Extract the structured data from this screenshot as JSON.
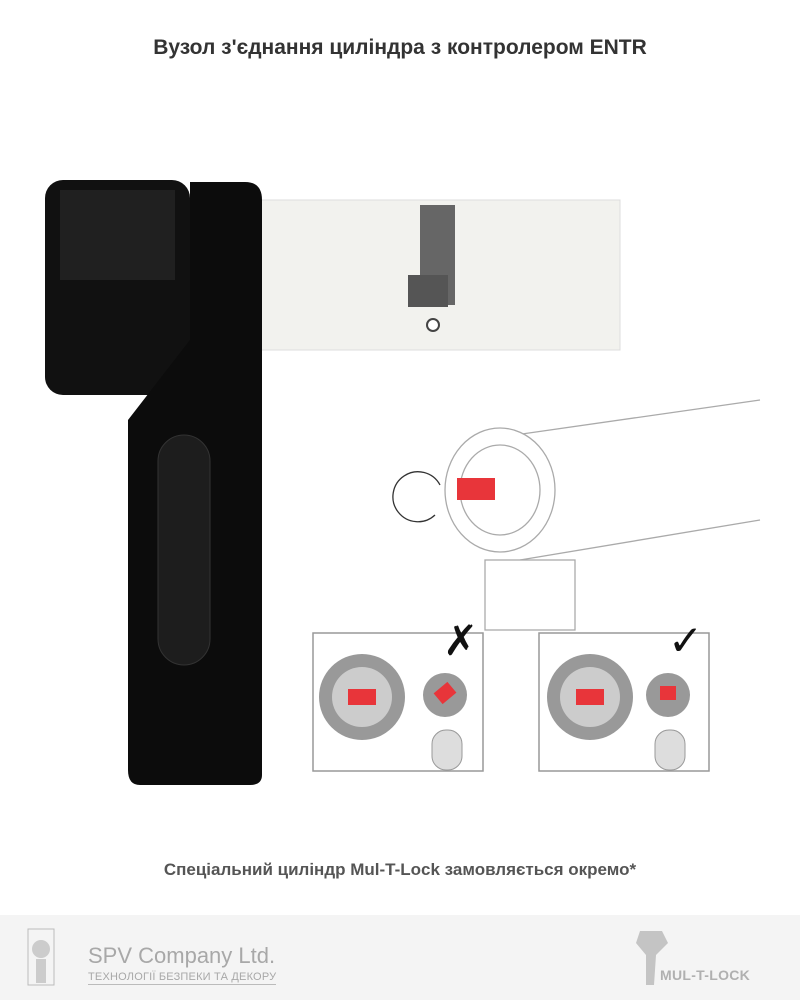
{
  "header": {
    "title": "Вузол з'єднання циліндра з контролером ENTR"
  },
  "note": {
    "text": "Спеціальний циліндр Mul-T-Lock замовляється окремо*"
  },
  "diagram": {
    "wrong_mark": "✗",
    "right_mark": "✓",
    "accent_color": "#e8353a"
  },
  "footer": {
    "company_name": "SPV Company Ltd.",
    "company_tagline": "ТЕХНОЛОГІЇ БЕЗПЕКИ ТА ДЕКОРУ",
    "brand_name": "MUL-T-LOCK"
  }
}
